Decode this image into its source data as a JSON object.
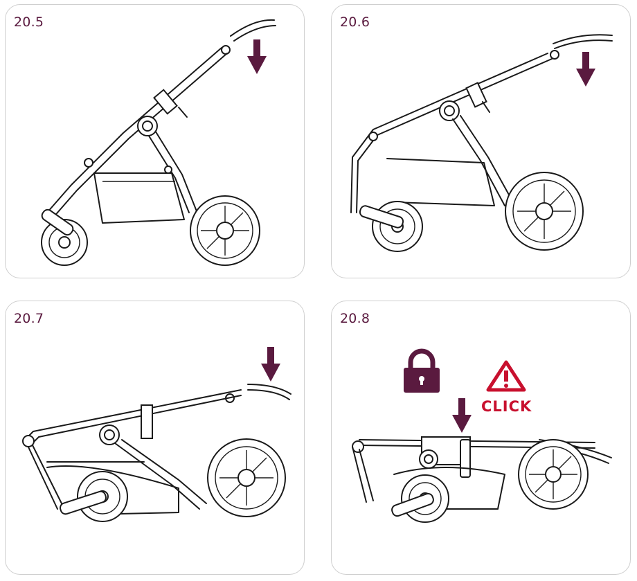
{
  "panels": [
    {
      "step": "20.5"
    },
    {
      "step": "20.6"
    },
    {
      "step": "20.7"
    },
    {
      "step": "20.8"
    }
  ],
  "click_text": "CLICK",
  "colors": {
    "accent": "#5a1a3f",
    "warning": "#c8102e",
    "border": "#cfcfcf",
    "line": "#1a1a1a"
  },
  "icons": [
    "arrow-down-icon",
    "padlock-icon",
    "warning-triangle-icon"
  ]
}
